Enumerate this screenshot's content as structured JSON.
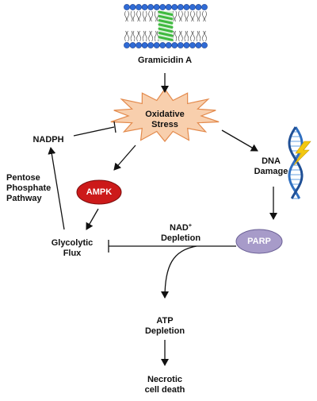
{
  "colors": {
    "membrane_head": "#2f6bd6",
    "channel": "#3fb93f",
    "star_fill": "#f8cfad",
    "star_stroke": "#e38a4c",
    "ampk_fill": "#cc1a1a",
    "parp_fill": "#a79bc9",
    "dna_blue": "#2f6fc0",
    "bolt": "#f2c811",
    "arrow": "#111111"
  },
  "icons": {
    "membrane": "lipid-bilayer-with-ion-channel",
    "dna": "dna-double-helix-with-lightning",
    "stress": "explosion-star"
  },
  "nodes": {
    "gramicidin": "Gramicidin A",
    "oxidative_1": "Oxidative",
    "oxidative_2": "Stress",
    "nadph": "NADPH",
    "dna_1": "DNA",
    "dna_2": "Damage",
    "ampk": "AMPK",
    "ppp_1": "Pentose",
    "ppp_2": "Phosphate",
    "ppp_3": "Pathway",
    "nad_1": "NAD",
    "nad_sup": "+",
    "nad_2": "Depletion",
    "glyco_1": "Glycolytic",
    "glyco_2": "Flux",
    "parp": "PARP",
    "atp_1": "ATP",
    "atp_2": "Depletion",
    "necrotic_1": "Necrotic",
    "necrotic_2": "cell death"
  }
}
